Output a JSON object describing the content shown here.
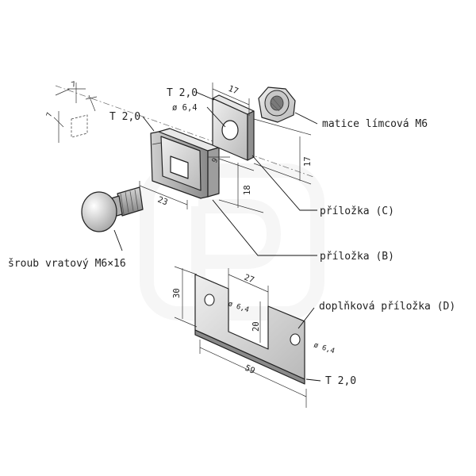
{
  "labels": {
    "matice": "matice límcová M6",
    "prilozka_c": "příložka (C)",
    "prilozka_b": "příložka (B)",
    "sroub": "šroub vratový M6×16",
    "doplnkova": "doplňková příložka (D)",
    "t20_bracket": "T 2,0",
    "t20_washer": "T 2,0",
    "t20_plate": "T 2,0",
    "dia_washer": "ø 6,4",
    "dia_plate_left": "ø 6,4",
    "dia_plate_right": "ø 6,4"
  },
  "dimensions": {
    "hole_a": "7",
    "hole_b": "7",
    "washer_width": "17",
    "washer_height": "17",
    "bracket_offset": "9",
    "bracket_height": "18",
    "bracket_width": "23",
    "plate_height": "30",
    "plate_slot_width": "27",
    "plate_slot_depth": "20",
    "plate_length": "59"
  },
  "colors": {
    "metal_light": "#dcdcdc",
    "metal_mid": "#bdbdbd",
    "metal_dark": "#8e8e8e",
    "line": "#222222",
    "watermark": "#f2f2f2"
  }
}
